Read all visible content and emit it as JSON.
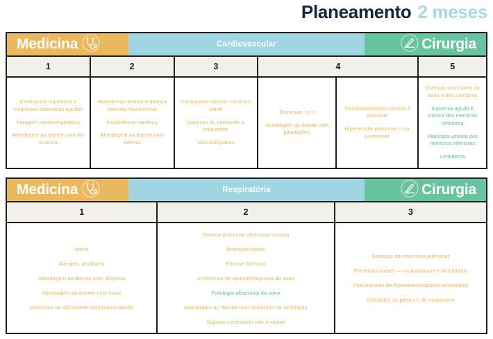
{
  "title": {
    "main": "Planeamento",
    "accent": "2 meses"
  },
  "colors": {
    "medicine": "#eab95f",
    "surgery": "#68c4a0",
    "center_banner": "#9fd6e2",
    "title_main": "#14263b",
    "title_accent": "#a8d8e4",
    "topic_medicine": "#e9b95c",
    "topic_surgery": "#5bbd9b",
    "header_row": "#f2f0eb",
    "border": "#1d1d1b"
  },
  "tables": [
    {
      "id": "cardio",
      "banner": {
        "left_label": "Medicina",
        "left_icon": "stethoscope-icon",
        "center_label": "Cardiovascular",
        "right_label": "Cirurgia",
        "right_icon": "scalpel-icon"
      },
      "numbers": [
        {
          "label": "1",
          "span": 1
        },
        {
          "label": "2",
          "span": 1
        },
        {
          "label": "3",
          "span": 1
        },
        {
          "label": "4",
          "span": 2
        },
        {
          "label": "5",
          "span": 1
        }
      ],
      "cells": [
        {
          "topics": [
            {
              "text": "Cardiopatia isquémica e síndromes coronárias agudas",
              "kind": "medicine"
            },
            {
              "text": "Paragem cardiorespiratória",
              "kind": "medicine"
            },
            {
              "text": "Abordagem ao doente com dor torácica",
              "kind": "medicine"
            }
          ]
        },
        {
          "topics": [
            {
              "text": "Hipertensão arterial e doença vascular hipertensiva",
              "kind": "medicine"
            },
            {
              "text": "Insuficiência cardíaca",
              "kind": "medicine"
            },
            {
              "text": "Abordagem ao doente com edema",
              "kind": "medicine"
            }
          ]
        },
        {
          "topics": [
            {
              "text": "Cardiopatia valvular- aórtica e mitral",
              "kind": "medicine"
            },
            {
              "text": "Doenças do pericárdio e miocardite",
              "kind": "medicine"
            },
            {
              "text": "Miocardiopatias",
              "kind": "medicine"
            }
          ]
        },
        {
          "topics": [
            {
              "text": "Disritmias I e II",
              "kind": "medicine"
            },
            {
              "text": "Abordagem ao doente com palpitações",
              "kind": "medicine"
            }
          ]
        },
        {
          "topics": [
            {
              "text": "Tromboembolismo venoso e pulmonar",
              "kind": "medicine"
            },
            {
              "text": "Hipertensão pulmonar e cor pulmonale",
              "kind": "medicine"
            }
          ]
        },
        {
          "topics": [
            {
              "text": "Doenças vasculares da aorta e dos membros",
              "kind": "medicine"
            },
            {
              "text": "Isquemia aguda e crónica dos membros inferiores",
              "kind": "surgery"
            },
            {
              "text": "Patologia venosa dos membros inferiores",
              "kind": "surgery"
            },
            {
              "text": "Linfedema",
              "kind": "surgery"
            }
          ]
        }
      ]
    },
    {
      "id": "resp",
      "banner": {
        "left_label": "Medicina",
        "left_icon": "stethoscope-icon",
        "center_label": "Respiratória",
        "right_label": "Cirurgia",
        "right_icon": "scalpel-icon"
      },
      "numbers": [
        {
          "label": "1",
          "span": 1
        },
        {
          "label": "2",
          "span": 1
        },
        {
          "label": "3",
          "span": 1
        }
      ],
      "cells": [
        {
          "topics": [
            {
              "text": "Asma",
              "kind": "medicine"
            },
            {
              "text": "Alergias, anafilaxia",
              "kind": "medicine"
            },
            {
              "text": "Abordagem ao doente com dispneia",
              "kind": "medicine"
            },
            {
              "text": "Abordagem ao doente com tosse",
              "kind": "medicine"
            },
            {
              "text": "Síndrome de dificuldade respiratória aguda",
              "kind": "medicine"
            }
          ]
        },
        {
          "topics": [
            {
              "text": "Doença pulmonar obstrutiva crónica",
              "kind": "medicine"
            },
            {
              "text": "Bronquiectasias",
              "kind": "medicine"
            },
            {
              "text": "Fibrose Quística",
              "kind": "medicine"
            },
            {
              "text": "Síndromes de apneia/hipopneia do sono",
              "kind": "medicine"
            },
            {
              "text": "Patologia obstrutiva do sono",
              "kind": "surgery"
            },
            {
              "text": "Abordagem ao doente com distúrbios da ventilação",
              "kind": "medicine"
            },
            {
              "text": "Suporte ventilatório não-invasivo",
              "kind": "medicine"
            }
          ]
        },
        {
          "topics": [
            {
              "text": "Doenças do interstício pulmonar",
              "kind": "medicine"
            },
            {
              "text": "Pneumoconioses — ocupacionais e ambientais",
              "kind": "medicine"
            },
            {
              "text": "Pneumonites de hipersensibilidadee eosinofilias",
              "kind": "medicine"
            },
            {
              "text": "Distúrbios da pleura e do mediastino",
              "kind": "medicine"
            }
          ]
        }
      ]
    }
  ]
}
